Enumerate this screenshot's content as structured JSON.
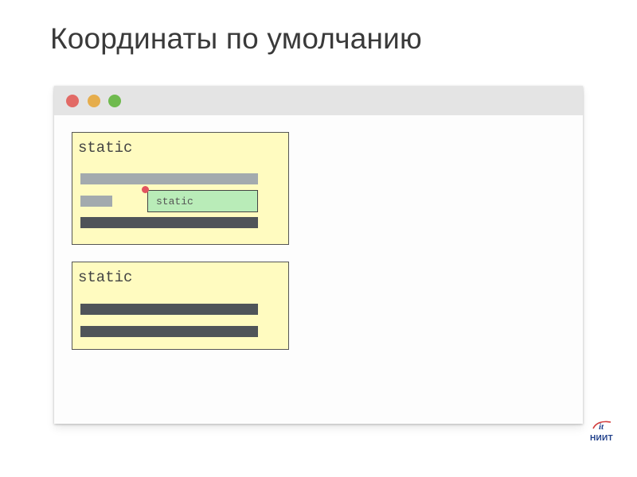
{
  "slide": {
    "title": "Координаты по умолчанию"
  },
  "window": {
    "controls": [
      {
        "name": "close",
        "color": "#e26a66"
      },
      {
        "name": "minimize",
        "color": "#e6ad4c"
      },
      {
        "name": "maximize",
        "color": "#6fba4e"
      }
    ],
    "titlebar_color": "#e4e4e4",
    "content_color": "#fdfdfd"
  },
  "boxes": [
    {
      "label": "static",
      "fill": "#fffbc0",
      "inner": {
        "label": "static",
        "fill": "#b9ecb8"
      },
      "marker_color": "#e2545f"
    },
    {
      "label": "static",
      "fill": "#fffbc0"
    }
  ],
  "bar_colors": {
    "light": "#a3aaae",
    "dark": "#4f5459"
  },
  "logo": {
    "text": "НИИТ",
    "icon": "niit-logo-mark"
  }
}
